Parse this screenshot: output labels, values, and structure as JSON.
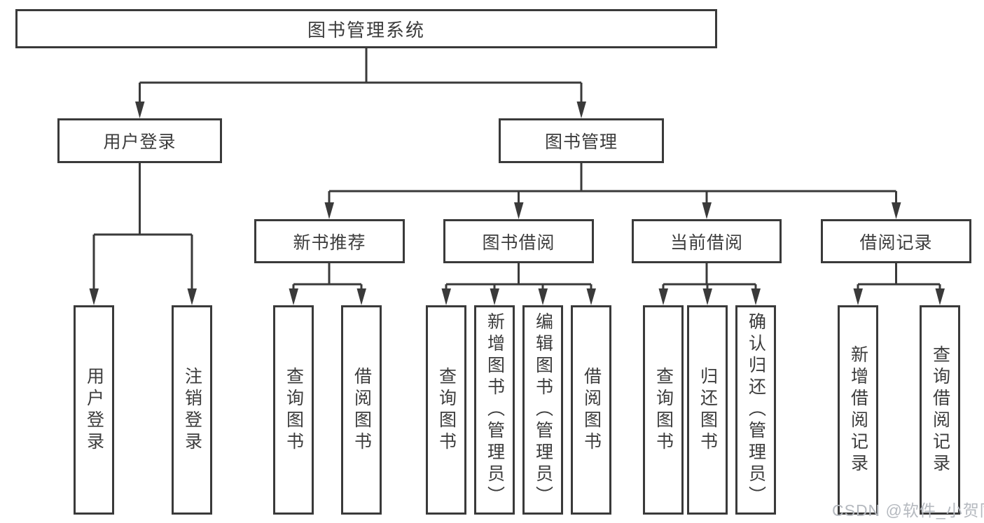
{
  "tree": {
    "root": {
      "label": "图书管理系统",
      "children": [
        {
          "label": "用户登录",
          "children": [
            {
              "label": "用户登录"
            },
            {
              "label": "注销登录"
            }
          ]
        },
        {
          "label": "图书管理",
          "children": [
            {
              "label": "新书推荐",
              "children": [
                {
                  "label": "查询图书"
                },
                {
                  "label": "借阅图书"
                }
              ]
            },
            {
              "label": "图书借阅",
              "children": [
                {
                  "label": "查询图书"
                },
                {
                  "label": "新增图书（管理员）"
                },
                {
                  "label": "编辑图书（管理员）"
                },
                {
                  "label": "借阅图书"
                }
              ]
            },
            {
              "label": "当前借阅",
              "children": [
                {
                  "label": "查询图书"
                },
                {
                  "label": "归还图书"
                },
                {
                  "label": "确认归还（管理员）"
                }
              ]
            },
            {
              "label": "借阅记录",
              "children": [
                {
                  "label": "新增借阅记录"
                },
                {
                  "label": "查询借阅记录"
                }
              ]
            }
          ]
        }
      ]
    }
  },
  "watermark": "CSDN @软件_小贺同学",
  "colors": {
    "line": "#3a3a3a",
    "text": "#3c3c3c",
    "background": "#ffffff",
    "watermark": "#b5b9bf"
  }
}
